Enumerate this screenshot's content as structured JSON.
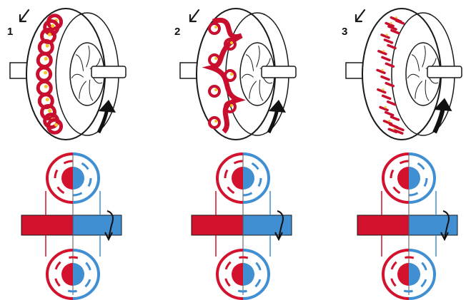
{
  "stages": [
    {
      "label": "1"
    },
    {
      "label": "2"
    },
    {
      "label": "3"
    }
  ],
  "colors": {
    "impeller_red": "#d3122e",
    "turbine_blue": "#3f8fd2",
    "oil_red": "#c8102e",
    "oil_yellow": "#f4c62a",
    "outline": "#1a1a1a",
    "arrow_fill": "#ffffff"
  },
  "icons": [
    "flow-direction-arrow-icon",
    "rotation-arrow-icon",
    "shaft-rotation-arrow-icon"
  ]
}
